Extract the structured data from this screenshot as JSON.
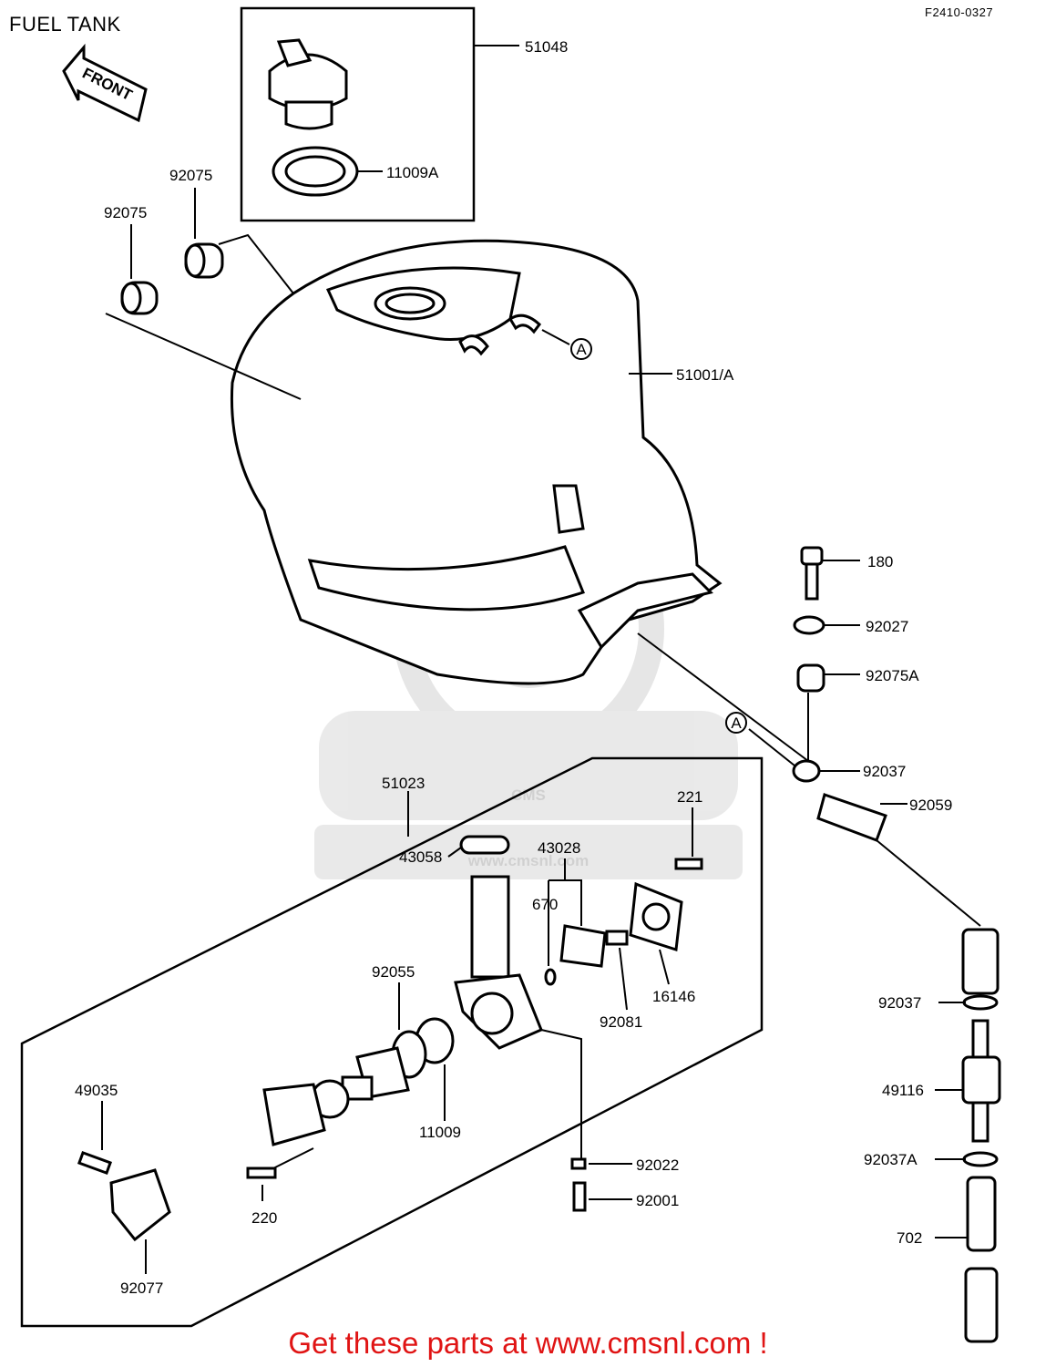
{
  "header": {
    "title": "FUEL TANK",
    "figure_code": "F2410-0327"
  },
  "front_arrow": {
    "label": "FRONT"
  },
  "watermark": {
    "logo_text": "CMS",
    "url_text": "www.cmsnl.com"
  },
  "callout_circle": {
    "label": "A"
  },
  "parts": {
    "p51048": "51048",
    "p11009A": "11009A",
    "p92075_a": "92075",
    "p92075_b": "92075",
    "p51001A": "51001/A",
    "p180": "180",
    "p92027": "92027",
    "p92075A": "92075A",
    "p92037_a": "92037",
    "p92059": "92059",
    "p51023": "51023",
    "p221": "221",
    "p43058": "43058",
    "p43028": "43028",
    "p670": "670",
    "p16146": "16146",
    "p92081": "92081",
    "p92055": "92055",
    "p49035": "49035",
    "p11009": "11009",
    "p92022": "92022",
    "p92001": "92001",
    "p220": "220",
    "p92077": "92077",
    "p92037_b": "92037",
    "p49116": "49116",
    "p92037A": "92037A",
    "p702": "702"
  },
  "footer": {
    "cta": "Get these parts at www.cmsnl.com !"
  }
}
